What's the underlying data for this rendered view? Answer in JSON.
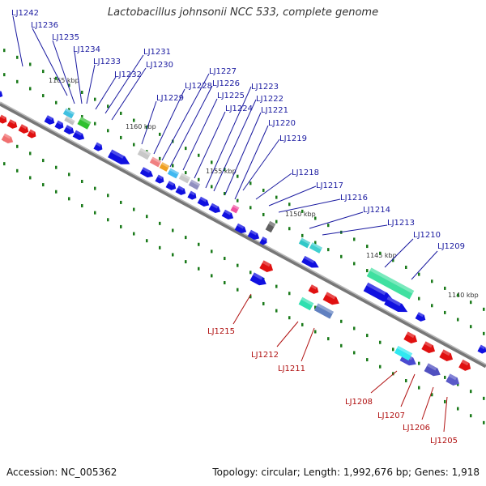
{
  "title": "Lactobacillus johnsonii NCC 533, complete genome",
  "footer": {
    "accession": "Accession: NC_005362",
    "summary": "Topology: circular; Length: 1,992,676 bp; Genes: 1,918"
  },
  "colors": {
    "forward": "#1010e0",
    "reverse": "#e01010",
    "backbone": "#888888",
    "tick": "#1a7a1a",
    "label_forward": "#1a1aa0",
    "label_reverse": "#b01010"
  },
  "kbp_labels": [
    "1165 kbp",
    "1160 kbp",
    "1155 kbp",
    "1150 kbp",
    "1145 kbp",
    "1140 kbp"
  ],
  "forward_gene_labels": [
    "LJ1242",
    "LJ1236",
    "LJ1235",
    "LJ1234",
    "LJ1233",
    "LJ1232",
    "LJ1231",
    "LJ1230",
    "LJ1229",
    "LJ1228",
    "LJ1227",
    "LJ1226",
    "LJ1225",
    "LJ1224",
    "LJ1223",
    "LJ1222",
    "LJ1221",
    "LJ1220",
    "LJ1219",
    "LJ1218",
    "LJ1217",
    "LJ1216",
    "LJ1214",
    "LJ1213",
    "LJ1210",
    "LJ1209"
  ],
  "reverse_gene_labels": [
    "LJ1215",
    "LJ1212",
    "LJ1211",
    "LJ1208",
    "LJ1207",
    "LJ1206",
    "LJ1205"
  ]
}
